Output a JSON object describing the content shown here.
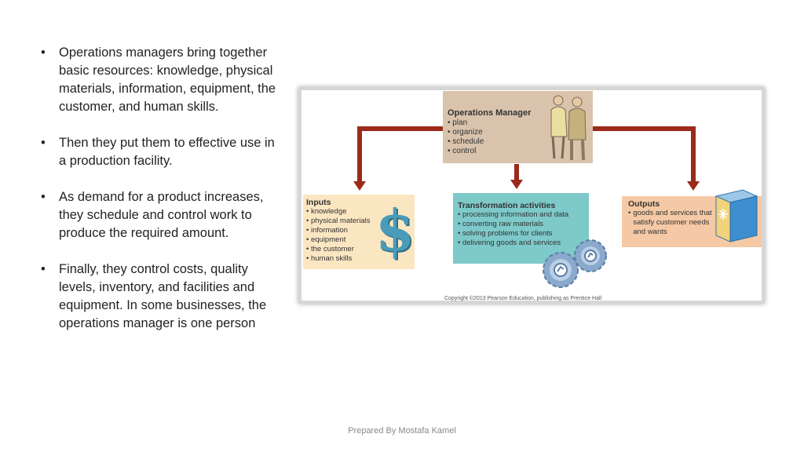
{
  "bullets": [
    {
      "text": "Operations managers bring together basic resources: knowledge, physical materials, information, equipment, the customer, and human skills."
    },
    {
      "text": "Then they put them to effective use in a production facility."
    },
    {
      "text": "As demand for a product increases, they schedule and control work to produce the required amount."
    },
    {
      "text": "Finally, they control costs, quality levels, inventory, and facilities and equipment. In some businesses, the operations manager is one person"
    }
  ],
  "bullet_glyph": "•",
  "diagram": {
    "operations_manager": {
      "title": "Operations Manager",
      "items": [
        "plan",
        "organize",
        "schedule",
        "control"
      ]
    },
    "inputs": {
      "title": "Inputs",
      "items": [
        "knowledge",
        "physical materials",
        "information",
        "equipment",
        "the customer",
        "human skills"
      ],
      "symbol": "$"
    },
    "transformation": {
      "title": "Transformation activities",
      "items": [
        "processing information and data",
        "converting raw materials",
        "solving problems for clients",
        "delivering goods and services"
      ]
    },
    "outputs": {
      "title": "Outputs",
      "items": [
        "goods and services that satisfy customer needs and wants"
      ]
    },
    "copyright": "Copyright ©2013 Pearson Education, publishing as Prentice Hall",
    "colors": {
      "arrow": "#9b2a1a",
      "manager_box": "#d9c3ac",
      "inputs_box": "#fbe6c2",
      "transformation_box": "#7ec9c9",
      "outputs_box": "#f5c9a5",
      "gear": "#8aa9cc"
    },
    "icons": [
      "businesspeople-illustration",
      "dollar-sign-icon",
      "gear-icon",
      "product-box-icon"
    ]
  },
  "footer": "Prepared By Mostafa Kamel"
}
